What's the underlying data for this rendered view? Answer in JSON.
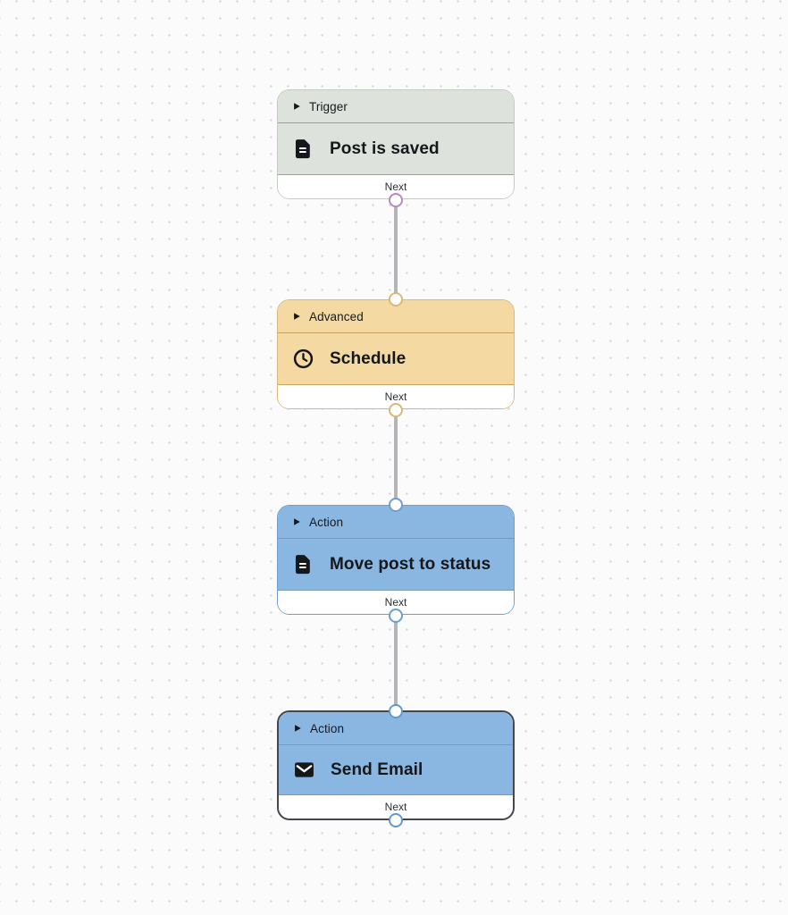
{
  "canvas": {
    "background_color": "#fbfbfc",
    "dot_color": "#d6d6d8",
    "edge_color": "#b5b5b9"
  },
  "nodes": [
    {
      "category": "Trigger",
      "title": "Post is saved",
      "icon": "file-icon",
      "port_label": "Next",
      "selected": false,
      "colors": {
        "fill": "#dde3dc",
        "border": "#c3cac2",
        "divider": "#98a297",
        "port": "#b48ac2"
      }
    },
    {
      "category": "Advanced",
      "title": "Schedule",
      "icon": "clock-icon",
      "port_label": "Next",
      "selected": false,
      "colors": {
        "fill": "#f4daa2",
        "border": "#d9b878",
        "divider": "#c7a35f",
        "port": "#d9b878"
      }
    },
    {
      "category": "Action",
      "title": "Move post to status",
      "icon": "file-icon",
      "port_label": "Next",
      "selected": false,
      "colors": {
        "fill": "#8ab7e1",
        "border": "#6d9ecf",
        "divider": "#7599bd",
        "port": "#6d9ecf"
      }
    },
    {
      "category": "Action",
      "title": "Send Email",
      "icon": "envelope-icon",
      "port_label": "Next",
      "selected": true,
      "colors": {
        "fill": "#8ab7e1",
        "border": "#44484e",
        "divider": "#7599bd",
        "port": "#6398cd"
      }
    }
  ]
}
